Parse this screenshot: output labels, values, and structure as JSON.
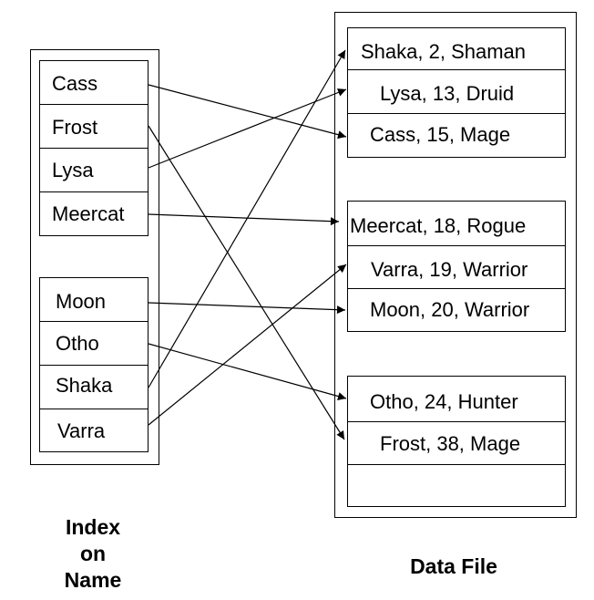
{
  "index": {
    "caption_lines": [
      "Index",
      "on",
      "Name"
    ],
    "blocks": [
      [
        "Cass",
        "Frost",
        "Lysa",
        "Meercat"
      ],
      [
        "Moon",
        "Otho",
        "Shaka",
        "Varra"
      ]
    ]
  },
  "data_file": {
    "caption": "Data File",
    "blocks": [
      [
        "Shaka, 2, Shaman",
        "Lysa, 13, Druid",
        "Cass, 15, Mage"
      ],
      [
        "Meercat, 18, Rogue",
        "Varra, 19, Warrior",
        "Moon, 20, Warrior"
      ],
      [
        "Otho, 24, Hunter",
        "Frost, 38, Mage",
        ""
      ]
    ]
  }
}
